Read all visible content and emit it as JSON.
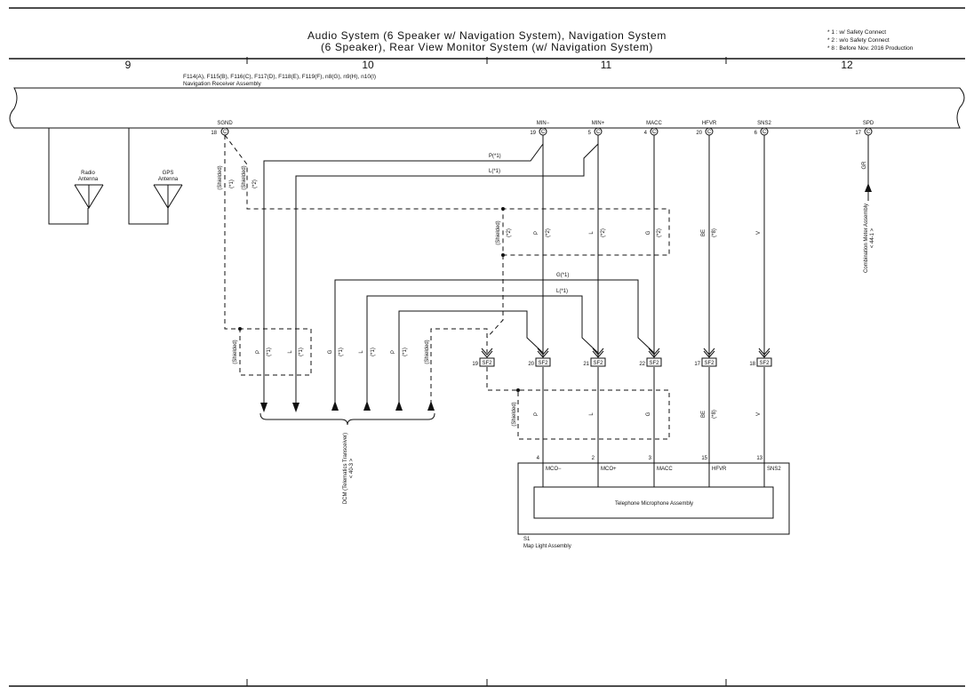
{
  "title": {
    "line1": "Audio System (6 Speaker w/ Navigation System),  Navigation System",
    "line2": "(6 Speaker),  Rear View Monitor System (w/ Navigation System)"
  },
  "notes": [
    "* 1 : w/ Safety Connect",
    "* 2 : w/o Safety Connect",
    "* 8 : Before Nov.  2016 Production"
  ],
  "zones": [
    "9",
    "10",
    "11",
    "12"
  ],
  "receiver": {
    "connectors": "F114(A), F115(B), F116(C), F117(D), F118(E), F119(F), n8(G), n9(H), n10(I)",
    "name": "Navigation Receiver Assembly"
  },
  "antennas": {
    "radio": [
      "Radio",
      "Antenna"
    ],
    "gps": [
      "GPS",
      "Antenna"
    ]
  },
  "terminals": [
    {
      "name": "SGND",
      "pin": "18",
      "conn": "C"
    },
    {
      "name": "MIN−",
      "pin": "19",
      "conn": "C"
    },
    {
      "name": "MIN+",
      "pin": "5",
      "conn": "C"
    },
    {
      "name": "MACC",
      "pin": "4",
      "conn": "C"
    },
    {
      "name": "HFVR",
      "pin": "20",
      "conn": "C"
    },
    {
      "name": "SNS2",
      "pin": "6",
      "conn": "C"
    },
    {
      "name": "SPD",
      "pin": "17",
      "conn": "C"
    }
  ],
  "wire_labels": {
    "p1": "P(*1)",
    "l1": "L(*1)",
    "g1": "G(*1)",
    "l1b": "L(*1)",
    "shielded": "(Shielded)",
    "star1": "(*1)",
    "star2": "(*2)",
    "star8": "(*8)",
    "p": "P",
    "l": "L",
    "g": "G",
    "be": "BE",
    "v": "V",
    "gr": "GR"
  },
  "sf2": [
    {
      "pin": "19",
      "conn": "SF2"
    },
    {
      "pin": "20",
      "conn": "SF2"
    },
    {
      "pin": "21",
      "conn": "SF2"
    },
    {
      "pin": "22",
      "conn": "SF2"
    },
    {
      "pin": "17",
      "conn": "SF2"
    },
    {
      "pin": "18",
      "conn": "SF2"
    }
  ],
  "map_light": {
    "pins": [
      {
        "num": "4",
        "name": "MCO−"
      },
      {
        "num": "2",
        "name": "MCO+"
      },
      {
        "num": "3",
        "name": "MACC"
      },
      {
        "num": "15",
        "name": "HFVR"
      },
      {
        "num": "13",
        "name": "SNS2"
      }
    ],
    "inner": "Telephone Microphone Assembly",
    "id": "S1",
    "name": "Map Light Assembly"
  },
  "dcm": {
    "name": "DCM (Telematics Transceiver)",
    "ref": "< 40-3 >"
  },
  "meter": {
    "name": "Combination Meter Assembly",
    "ref": "< 44-1 >"
  }
}
